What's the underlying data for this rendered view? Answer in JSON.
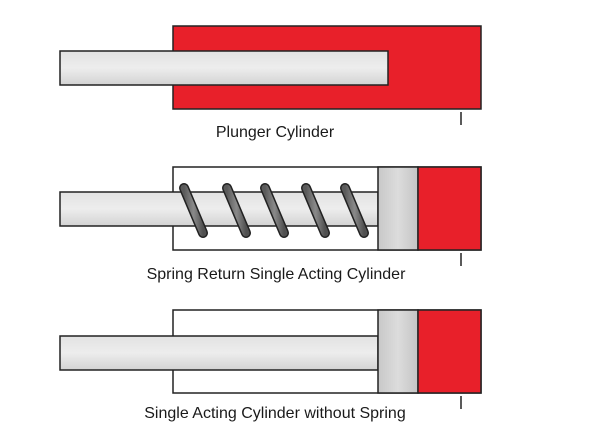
{
  "labels": {
    "plunger": "Plunger Cylinder",
    "spring_return": "Spring Return Single Acting Cylinder",
    "no_spring": "Single Acting Cylinder without Spring"
  },
  "colors": {
    "pressure_chamber": "#e8202a",
    "rod": "#d6d6d6",
    "piston": "#cccccc",
    "spring": "#707070",
    "outline": "#222222",
    "background": "#ffffff"
  }
}
